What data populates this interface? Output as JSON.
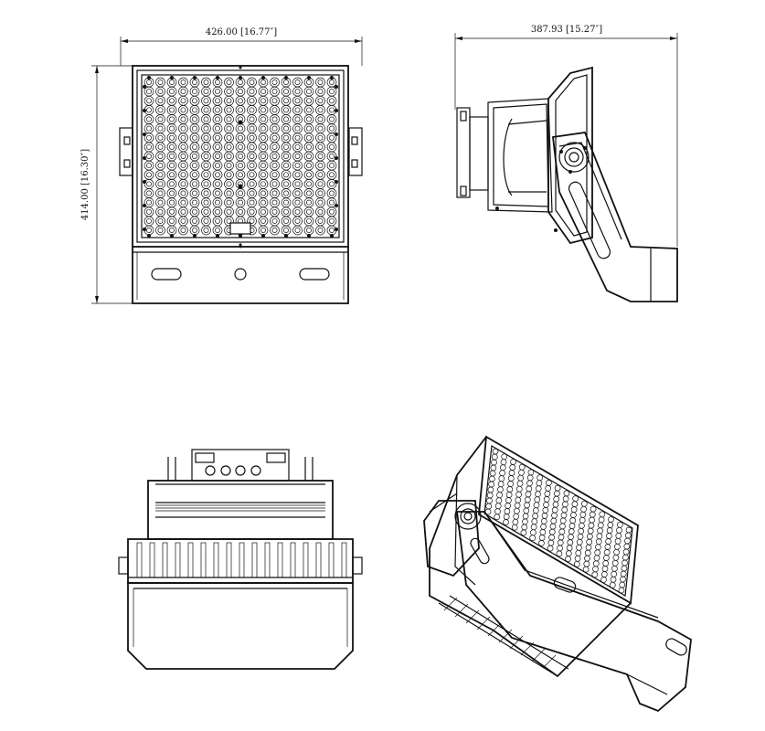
{
  "drawing": {
    "front_view": {
      "width_dimension": "426.00 [16.77″]",
      "height_dimension": "414.00 [16.30″]",
      "led_rows": 17,
      "led_cols": 17
    },
    "side_view": {
      "depth_dimension": "387.93 [15.27″]"
    },
    "rear_view": {},
    "iso_view": {}
  }
}
